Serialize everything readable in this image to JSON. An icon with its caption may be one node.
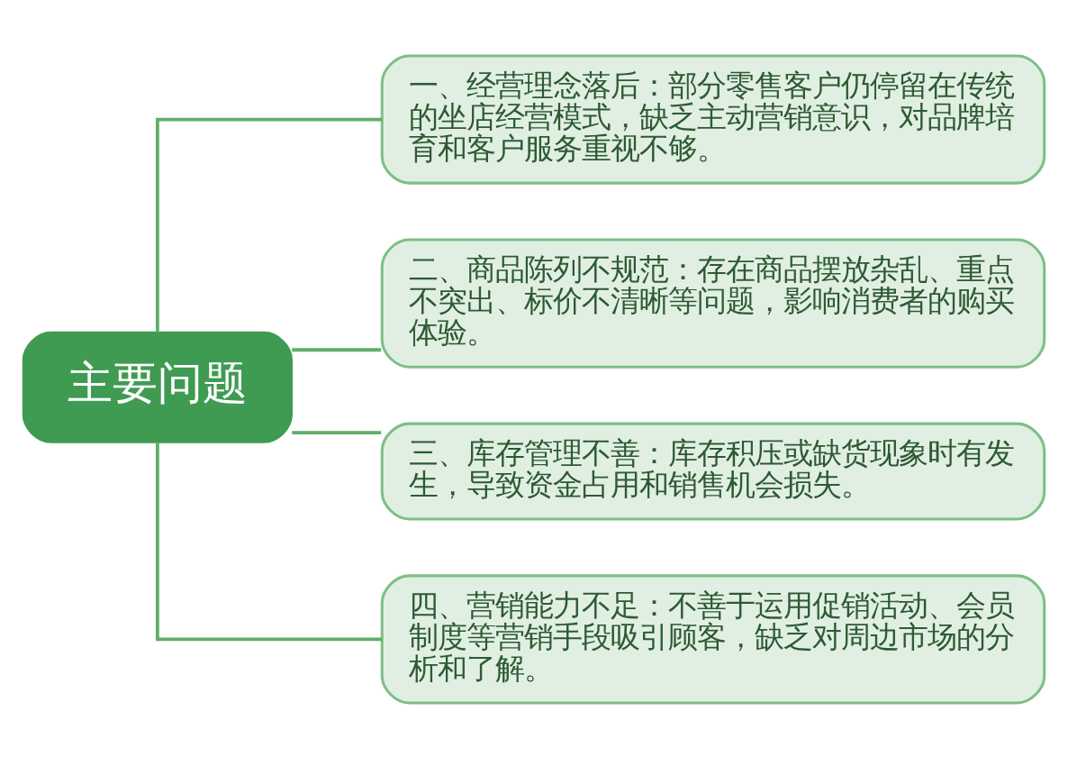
{
  "diagram": {
    "nodes": [
      {
        "text": [
          "主要问题"
        ]
      },
      {
        "text": [
          "一、经营理念落后：部分零售客户仍停留在传统的坐店经营模式，缺乏主动营销意识，对品牌培育和客户服务重视不够。"
        ]
      },
      {
        "text": [
          "二、商品陈列不规范：存在商品摆放杂乱、重点不突出、标价不清晰等问题，影响消费者的购买体验。"
        ]
      },
      {
        "text": [
          "三、库存管理不善：库存积压或缺货现象时有发生，导致资金占用和销售机会损失。"
        ]
      },
      {
        "text": [
          "四、营销能力不足：不善于运用促销活动、会员制度等营销手段吸引顾客，缺乏对周边市场的分析和了解。"
        ]
      }
    ],
    "edges": [
      {
        "from": 0,
        "to": 1,
        "arrow": "none"
      },
      {
        "from": 0,
        "to": 2,
        "arrow": "none"
      },
      {
        "from": 0,
        "to": 3,
        "arrow": "none"
      },
      {
        "from": 0,
        "to": 4,
        "arrow": "none"
      }
    ]
  }
}
